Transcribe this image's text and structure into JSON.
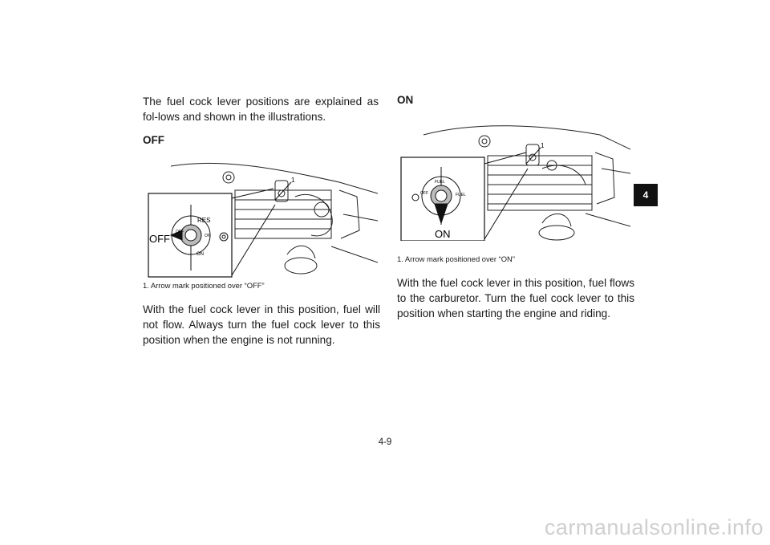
{
  "left": {
    "intro": "The fuel cock lever positions are explained as fol-lows and shown in the illustrations.",
    "off_heading": "OFF",
    "off_figure": {
      "big_label": "OFF",
      "dial_top": "RES",
      "dial_left": "OFF",
      "dial_right": "ON",
      "dial_bottom": "ON",
      "callout": "1"
    },
    "off_caption": "1.  Arrow mark positioned over “OFF”",
    "off_body": "With the fuel cock lever in this position, fuel will not flow. Always turn the fuel cock lever to this position when the engine is not running."
  },
  "right": {
    "on_heading": "ON",
    "on_figure": {
      "big_label": "ON",
      "dial_left": "OFF",
      "dial_top": "FUEL",
      "dial_right": "FUEL",
      "callout": "1"
    },
    "on_caption": "1.  Arrow mark positioned over “ON”",
    "on_body": "With the fuel cock lever in this position, fuel flows to the carburetor. Turn the fuel cock lever to this position when starting the engine and riding."
  },
  "chapter_tab": "4",
  "page_number": "4-9",
  "watermark": "carmanualsonline.info"
}
